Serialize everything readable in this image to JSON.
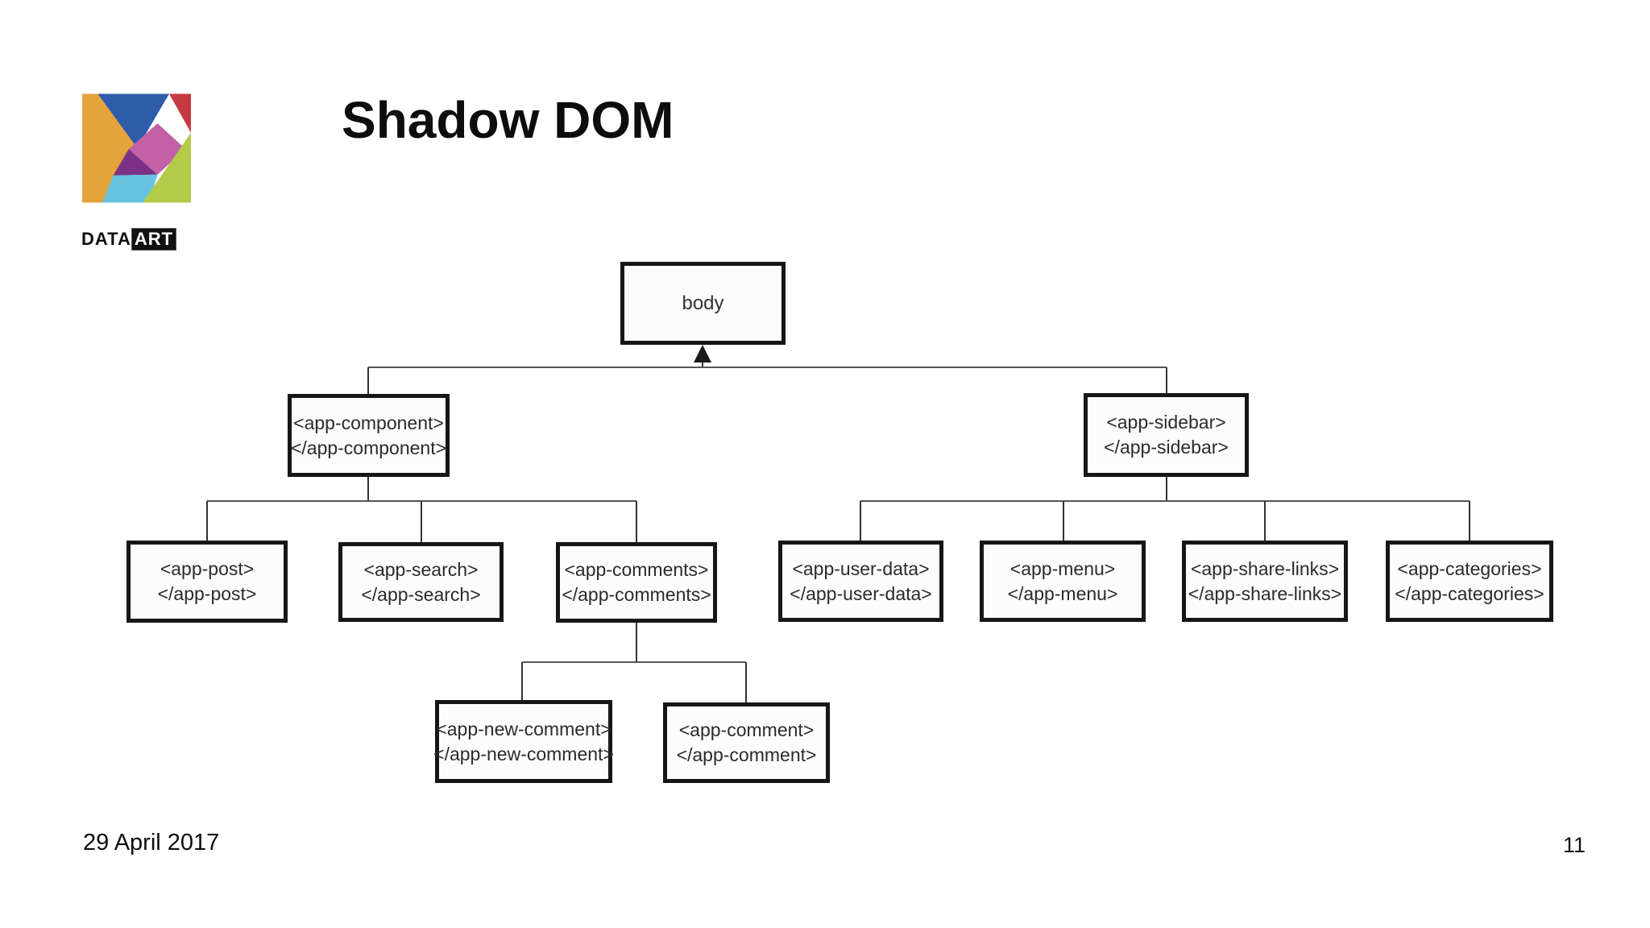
{
  "slide": {
    "title": "Shadow DOM",
    "footer": {
      "date": "29 April 2017",
      "page_number": "11"
    },
    "logo": {
      "wordmark_prefix": "DATA",
      "wordmark_suffix": "ART",
      "colors": {
        "orange": "#E5A33C",
        "blue": "#2E5CA8",
        "red": "#C53A42",
        "pink": "#C261A5",
        "purple": "#7C3186",
        "light_blue": "#66C3DF",
        "green": "#B3CB48"
      }
    },
    "accent_colors": {
      "box_border": "#161616",
      "connector_line": "#555555",
      "text": "#2B2B2B",
      "background": "#FFFFFF"
    }
  },
  "diagram": {
    "nodes": {
      "body": {
        "label": "body"
      },
      "app_component": {
        "open": "<app-component>",
        "close": "</app-component>"
      },
      "app_sidebar": {
        "open": "<app-sidebar>",
        "close": "</app-sidebar>"
      },
      "app_post": {
        "open": "<app-post>",
        "close": "</app-post>"
      },
      "app_search": {
        "open": "<app-search>",
        "close": "</app-search>"
      },
      "app_comments": {
        "open": "<app-comments>",
        "close": "</app-comments>"
      },
      "app_user_data": {
        "open": "<app-user-data>",
        "close": "</app-user-data>"
      },
      "app_menu": {
        "open": "<app-menu>",
        "close": "</app-menu>"
      },
      "app_share_links": {
        "open": "<app-share-links>",
        "close": "</app-share-links>"
      },
      "app_categories": {
        "open": "<app-categories>",
        "close": "</app-categories>"
      },
      "app_new_comment": {
        "open": "<app-new-comment>",
        "close": "</app-new-comment>"
      },
      "app_comment": {
        "open": "<app-comment>",
        "close": "</app-comment>"
      }
    }
  }
}
